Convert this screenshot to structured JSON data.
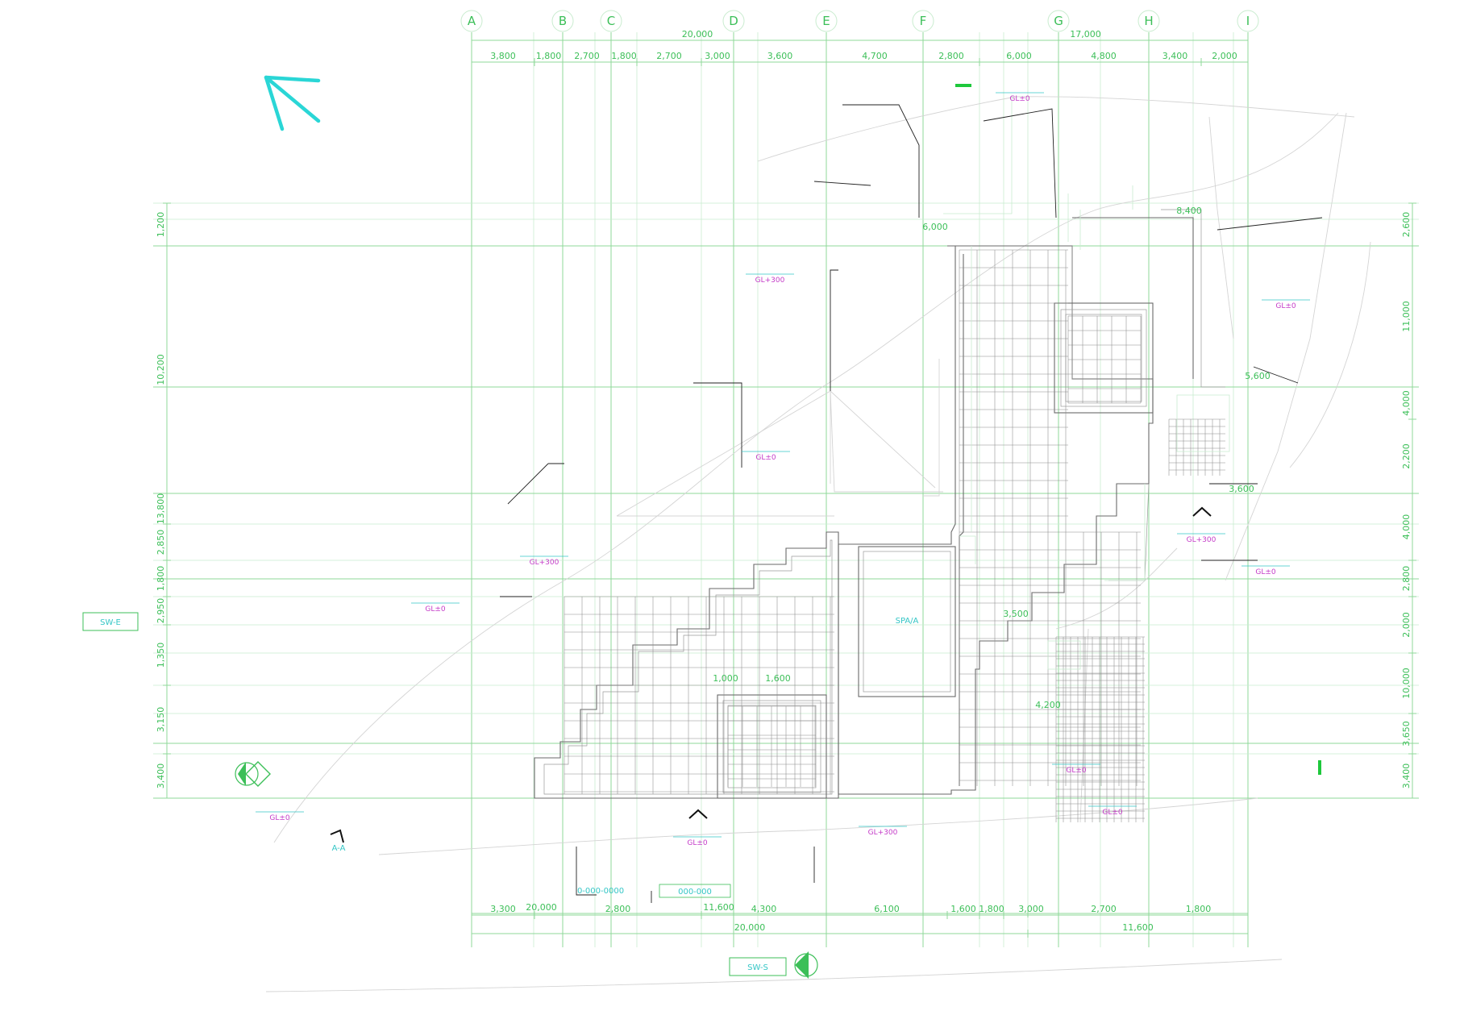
{
  "colors": {
    "grid": "#8fd99a",
    "dimension": "#3cbf58",
    "annotation": "#34c6c6",
    "level": "#c43bc8",
    "structure": "#6a6a6a",
    "north_arrow": "#2ad6d6"
  },
  "axes_x": [
    "A",
    "B",
    "C",
    "D",
    "E",
    "F",
    "G",
    "H",
    "I"
  ],
  "dims_top": {
    "totals": [
      "20,000",
      "17,000"
    ],
    "segments": [
      "3,800",
      "1,800",
      "2,700",
      "1,800",
      "2,700",
      "3,000",
      "3,600",
      "4,700",
      "2,800",
      "6,000",
      "4,800",
      "3,400",
      "2,000"
    ]
  },
  "dims_bottom": {
    "totals": [
      "20,000",
      "11,600"
    ],
    "segments": [
      "3,300",
      "2,800",
      "4,300",
      "6,100",
      "1,600",
      "1,800",
      "3,000",
      "2,700",
      "1,800"
    ]
  },
  "dims_left": [
    "1,200",
    "10,200",
    "13,800",
    "2,850",
    "1,800",
    "2,950",
    "1,350",
    "3,150",
    "3,400"
  ],
  "dims_right": [
    "2,600",
    "11,000",
    "4,000",
    "2,200",
    "4,000",
    "2,800",
    "2,000",
    "10,000",
    "3,650",
    "3,400"
  ],
  "inner_dims": [
    "6,000",
    "8,400",
    "5,600",
    "3,600",
    "4,200",
    "1,000",
    "1,600",
    "3,500"
  ],
  "levels": [
    "GL±0",
    "GL+300",
    "GL±0",
    "GL+300",
    "GL±0",
    "GL±0",
    "GL+300",
    "GL±0",
    "GL±0",
    "GL±0",
    "GL+300",
    "GL±0",
    "GL±0"
  ],
  "labels": {
    "sw_elev": "SW-E",
    "bottom_elev": "SW-S",
    "arrow_label": "A-A",
    "tile_pool": "SPA/A",
    "note_1": "000-000",
    "note_2": "0-000-0000"
  }
}
